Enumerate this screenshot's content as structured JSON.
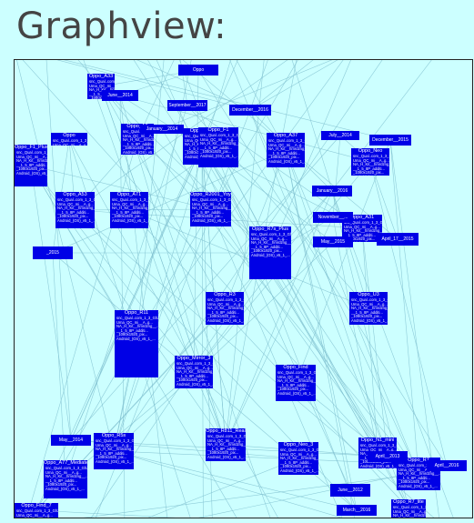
{
  "page": {
    "title": "Graphview:"
  },
  "graph": {
    "edge_color": "#7fbfcf",
    "node_color": "#0000e6",
    "background": "#ccffff",
    "detail_nodes": [
      {
        "key": "n1",
        "title": "Oppo_A33"
      },
      {
        "key": "n2",
        "title": "Oppo_A3"
      },
      {
        "key": "n3",
        "title": "Oppo_F1_Plus"
      },
      {
        "key": "n4",
        "title": "Oppo_R15"
      },
      {
        "key": "n5",
        "title": "Oppo_F1"
      },
      {
        "key": "n6",
        "title": "Oppo_A37"
      },
      {
        "key": "n7",
        "title": "Oppo_Neo"
      },
      {
        "key": "n8",
        "title": "Oppo_A53"
      },
      {
        "key": "n9",
        "title": "Oppo_A71"
      },
      {
        "key": "n10",
        "title": "Oppo_R2001_Yoyo"
      },
      {
        "key": "n11",
        "title": "Oppo_A31"
      },
      {
        "key": "n12",
        "title": "Oppo_R7s_Plus"
      },
      {
        "key": "n13",
        "title": "Oppo_R3"
      },
      {
        "key": "n14",
        "title": "Oppo_U3"
      },
      {
        "key": "n15",
        "title": "Oppo_R11"
      },
      {
        "key": "n16",
        "title": "Oppo_Mirror_3"
      },
      {
        "key": "n17",
        "title": "Oppo_Find"
      },
      {
        "key": "n18",
        "title": "Oppo_R5s"
      },
      {
        "key": "n19",
        "title": "Oppo_A77_Mediatek"
      },
      {
        "key": "n20",
        "title": "Oppo_R811_Real"
      },
      {
        "key": "n21",
        "title": "Oppo_Neo_3"
      },
      {
        "key": "n22",
        "title": "Oppo_N1_mini"
      },
      {
        "key": "n23",
        "title": "Oppo_R7"
      },
      {
        "key": "n24",
        "title": "Oppo_R7_lite"
      },
      {
        "key": "n25",
        "title": "Oppo"
      },
      {
        "key": "n26",
        "title": "Oppo_Find_7"
      }
    ],
    "labels": [
      {
        "key": "l1",
        "text": "June__2014"
      },
      {
        "key": "l2",
        "text": "September__2017"
      },
      {
        "key": "l3",
        "text": "December__2016"
      },
      {
        "key": "l4",
        "text": "January__2014"
      },
      {
        "key": "l5",
        "text": "July__2014"
      },
      {
        "key": "l6",
        "text": "December__2015"
      },
      {
        "key": "l7",
        "text": "January__2016"
      },
      {
        "key": "l8",
        "text": "November__..."
      },
      {
        "key": "l9",
        "text": "May__2015"
      },
      {
        "key": "l10",
        "text": "April_17__2015"
      },
      {
        "key": "l11",
        "text": "_2015"
      },
      {
        "key": "l12",
        "text": "May__2014"
      },
      {
        "key": "l13",
        "text": "April__2013"
      },
      {
        "key": "l14",
        "text": "April__2016"
      },
      {
        "key": "l15",
        "text": "June__2012"
      },
      {
        "key": "l16",
        "text": "March__2016"
      },
      {
        "key": "l17",
        "text": "Oppo"
      }
    ]
  }
}
